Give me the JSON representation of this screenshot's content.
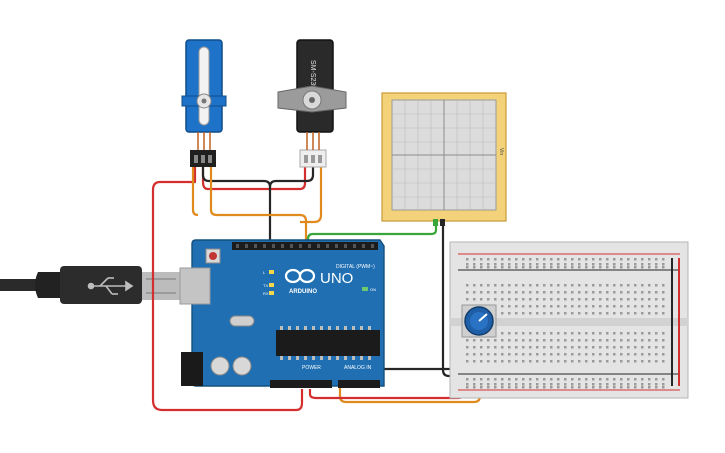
{
  "arduino": {
    "brand": "ARDUINO",
    "model": "UNO",
    "digital_label": "DIGITAL (PWM~)",
    "power_label": "POWER",
    "analog_label": "ANALOG IN",
    "on_label": "ON",
    "tx_label": "TX",
    "rx_label": "RX",
    "l_label": "L",
    "board_color": "#1f6fb2"
  },
  "servo_black": {
    "model": "SM-S2309S"
  },
  "oscilloscope": {
    "label": "Vin"
  },
  "wire_colors": {
    "red": "#d42f2f",
    "black": "#262626",
    "orange": "#e08a1e",
    "green": "#3aa63a"
  }
}
